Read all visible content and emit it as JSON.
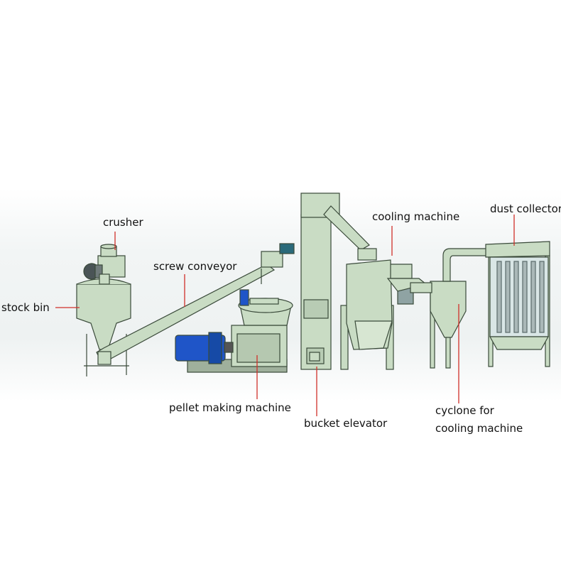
{
  "labels": {
    "crusher": "crusher",
    "screw_conveyor": "screw conveyor",
    "stock_bin": "stock bin",
    "pellet_machine": "pellet making machine",
    "bucket_elevator": "bucket elevator",
    "cooling_machine": "cooling machine",
    "dust_collector": "dust collector",
    "cyclone_line1": "cyclone for",
    "cyclone_line2": "cooling machine"
  },
  "colors": {
    "machine_green": "#c9dcc4",
    "machine_outline": "#3a4a3a",
    "leader_line": "#d0302a",
    "motor_blue": "#1f55c8"
  }
}
